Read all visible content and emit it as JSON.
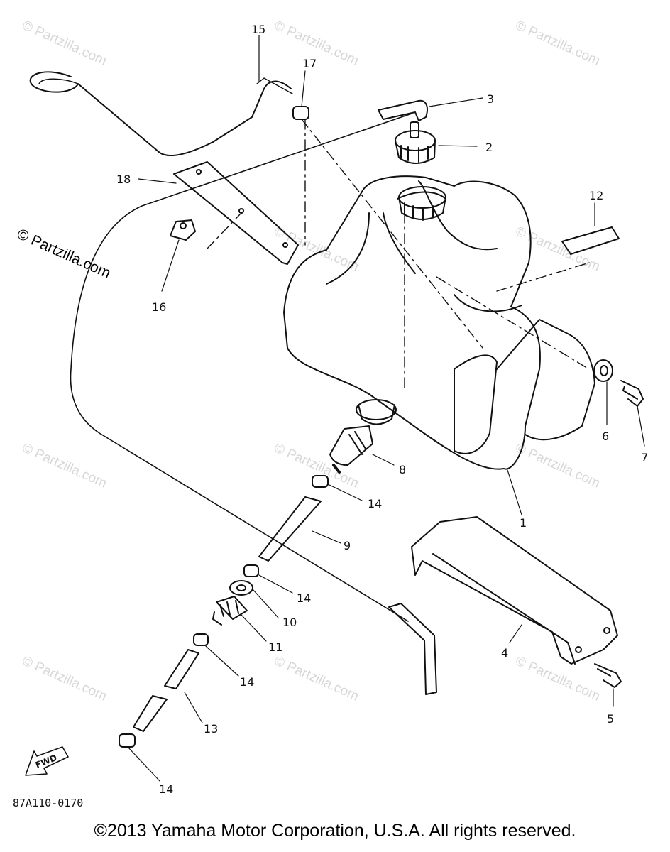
{
  "diagram": {
    "part_code": "87A110-0170",
    "copyright": "©2013 Yamaha Motor Corporation, U.S.A. All rights reserved.",
    "side_watermark": "© Partzilla.com",
    "watermark_text": "© Partzilla.com",
    "fwd_label": "FWD",
    "colors": {
      "line": "#111111",
      "watermark": "#d7d7d7",
      "background": "#ffffff"
    },
    "callouts": {
      "c1": "1",
      "c2": "2",
      "c3": "3",
      "c4": "4",
      "c5": "5",
      "c6": "6",
      "c7": "7",
      "c8": "8",
      "c9": "9",
      "c10": "10",
      "c11": "11",
      "c12": "12",
      "c13": "13",
      "c14a": "14",
      "c14b": "14",
      "c14c": "14",
      "c14d": "14",
      "c15": "15",
      "c16": "16",
      "c17": "17",
      "c18": "18"
    }
  }
}
